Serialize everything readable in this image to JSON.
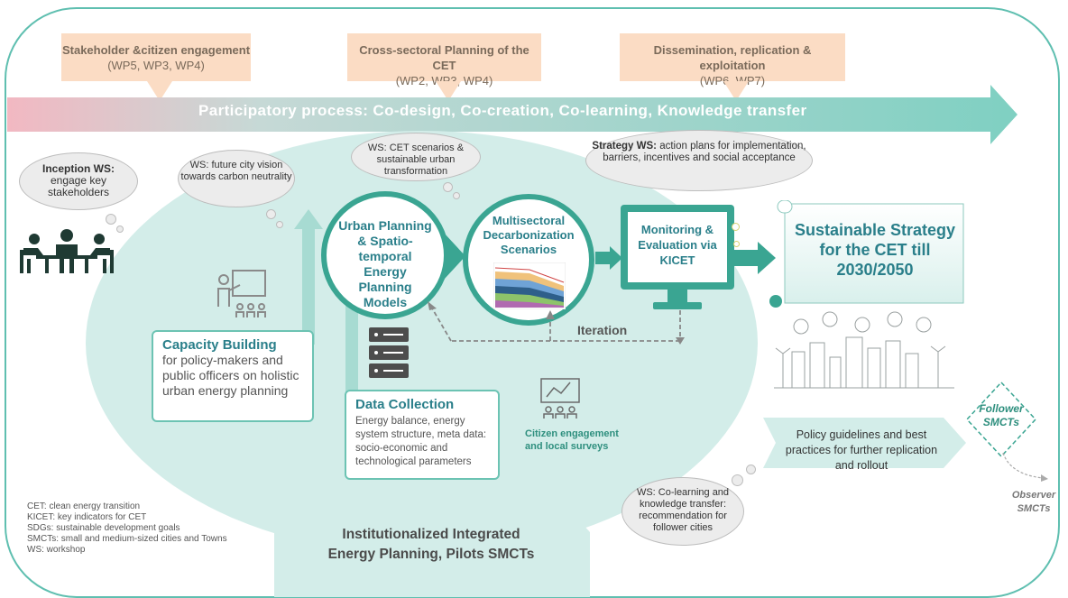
{
  "callouts": {
    "stakeholder": {
      "title": "Stakeholder &citizen engagement",
      "sub": "(WP5, WP3, WP4)"
    },
    "cross": {
      "title": "Cross-sectoral  Planning of the CET",
      "sub": "(WP2, WP3, WP4)"
    },
    "dissemination": {
      "title": "Dissemination, replication & exploitation",
      "sub": "(WP6, WP7)"
    }
  },
  "band": {
    "text": "Participatory  process: Co-design, Co-creation, Co-learning, Knowledge transfer"
  },
  "clouds": {
    "inception": {
      "title": "Inception WS:",
      "text": "engage key stakeholders"
    },
    "future": {
      "text": "WS: future city vision towards carbon neutrality"
    },
    "cet_scen": {
      "text": "WS: CET scenarios & sustainable urban transformation"
    },
    "strategy": {
      "title": "Strategy WS:",
      "text": "action plans for implementation, barriers, incentives and social acceptance"
    },
    "colearning": {
      "text": "WS: Co-learning and knowledge transfer: recommendation for follower cities"
    }
  },
  "circles": {
    "urban": "Urban Planning & Spatio-temporal Energy Planning Models",
    "multi": "Multisectoral Decarbonization Scenarios"
  },
  "monitor": {
    "text": "Monitoring & Evaluation via KICET"
  },
  "iteration": "Iteration",
  "strategy_scroll": {
    "text": "Sustainable Strategy for the CET till 2030/2050"
  },
  "capacity": {
    "title": "Capacity Building",
    "text": "for policy-makers and public officers on holistic urban energy planning"
  },
  "data_collection": {
    "title": "Data Collection",
    "text": "Energy balance, energy system structure, meta data: socio-economic and technological parameters"
  },
  "citizen": {
    "text": "Citizen engagement and local surveys"
  },
  "policy": {
    "text": "Policy guidelines and best practices for further replication and rollout"
  },
  "follower": {
    "text": "Follower SMCTs"
  },
  "observer": {
    "text": "Observer SMCTs"
  },
  "institutional": {
    "line1": "Institutionalized Integrated",
    "line2": "Energy Planning, Pilots SMCTs"
  },
  "legend": [
    "CET:  clean energy transition",
    "KICET:  key indicators for CET",
    "SDGs: sustainable development goals",
    "SMCTs:  small and medium-sized cities and Towns",
    "WS: workshop"
  ],
  "colors": {
    "teal": "#3aa592",
    "light_teal": "#d3ede9",
    "peach": "#fbdcc4",
    "pink": "#f2b8c2"
  }
}
